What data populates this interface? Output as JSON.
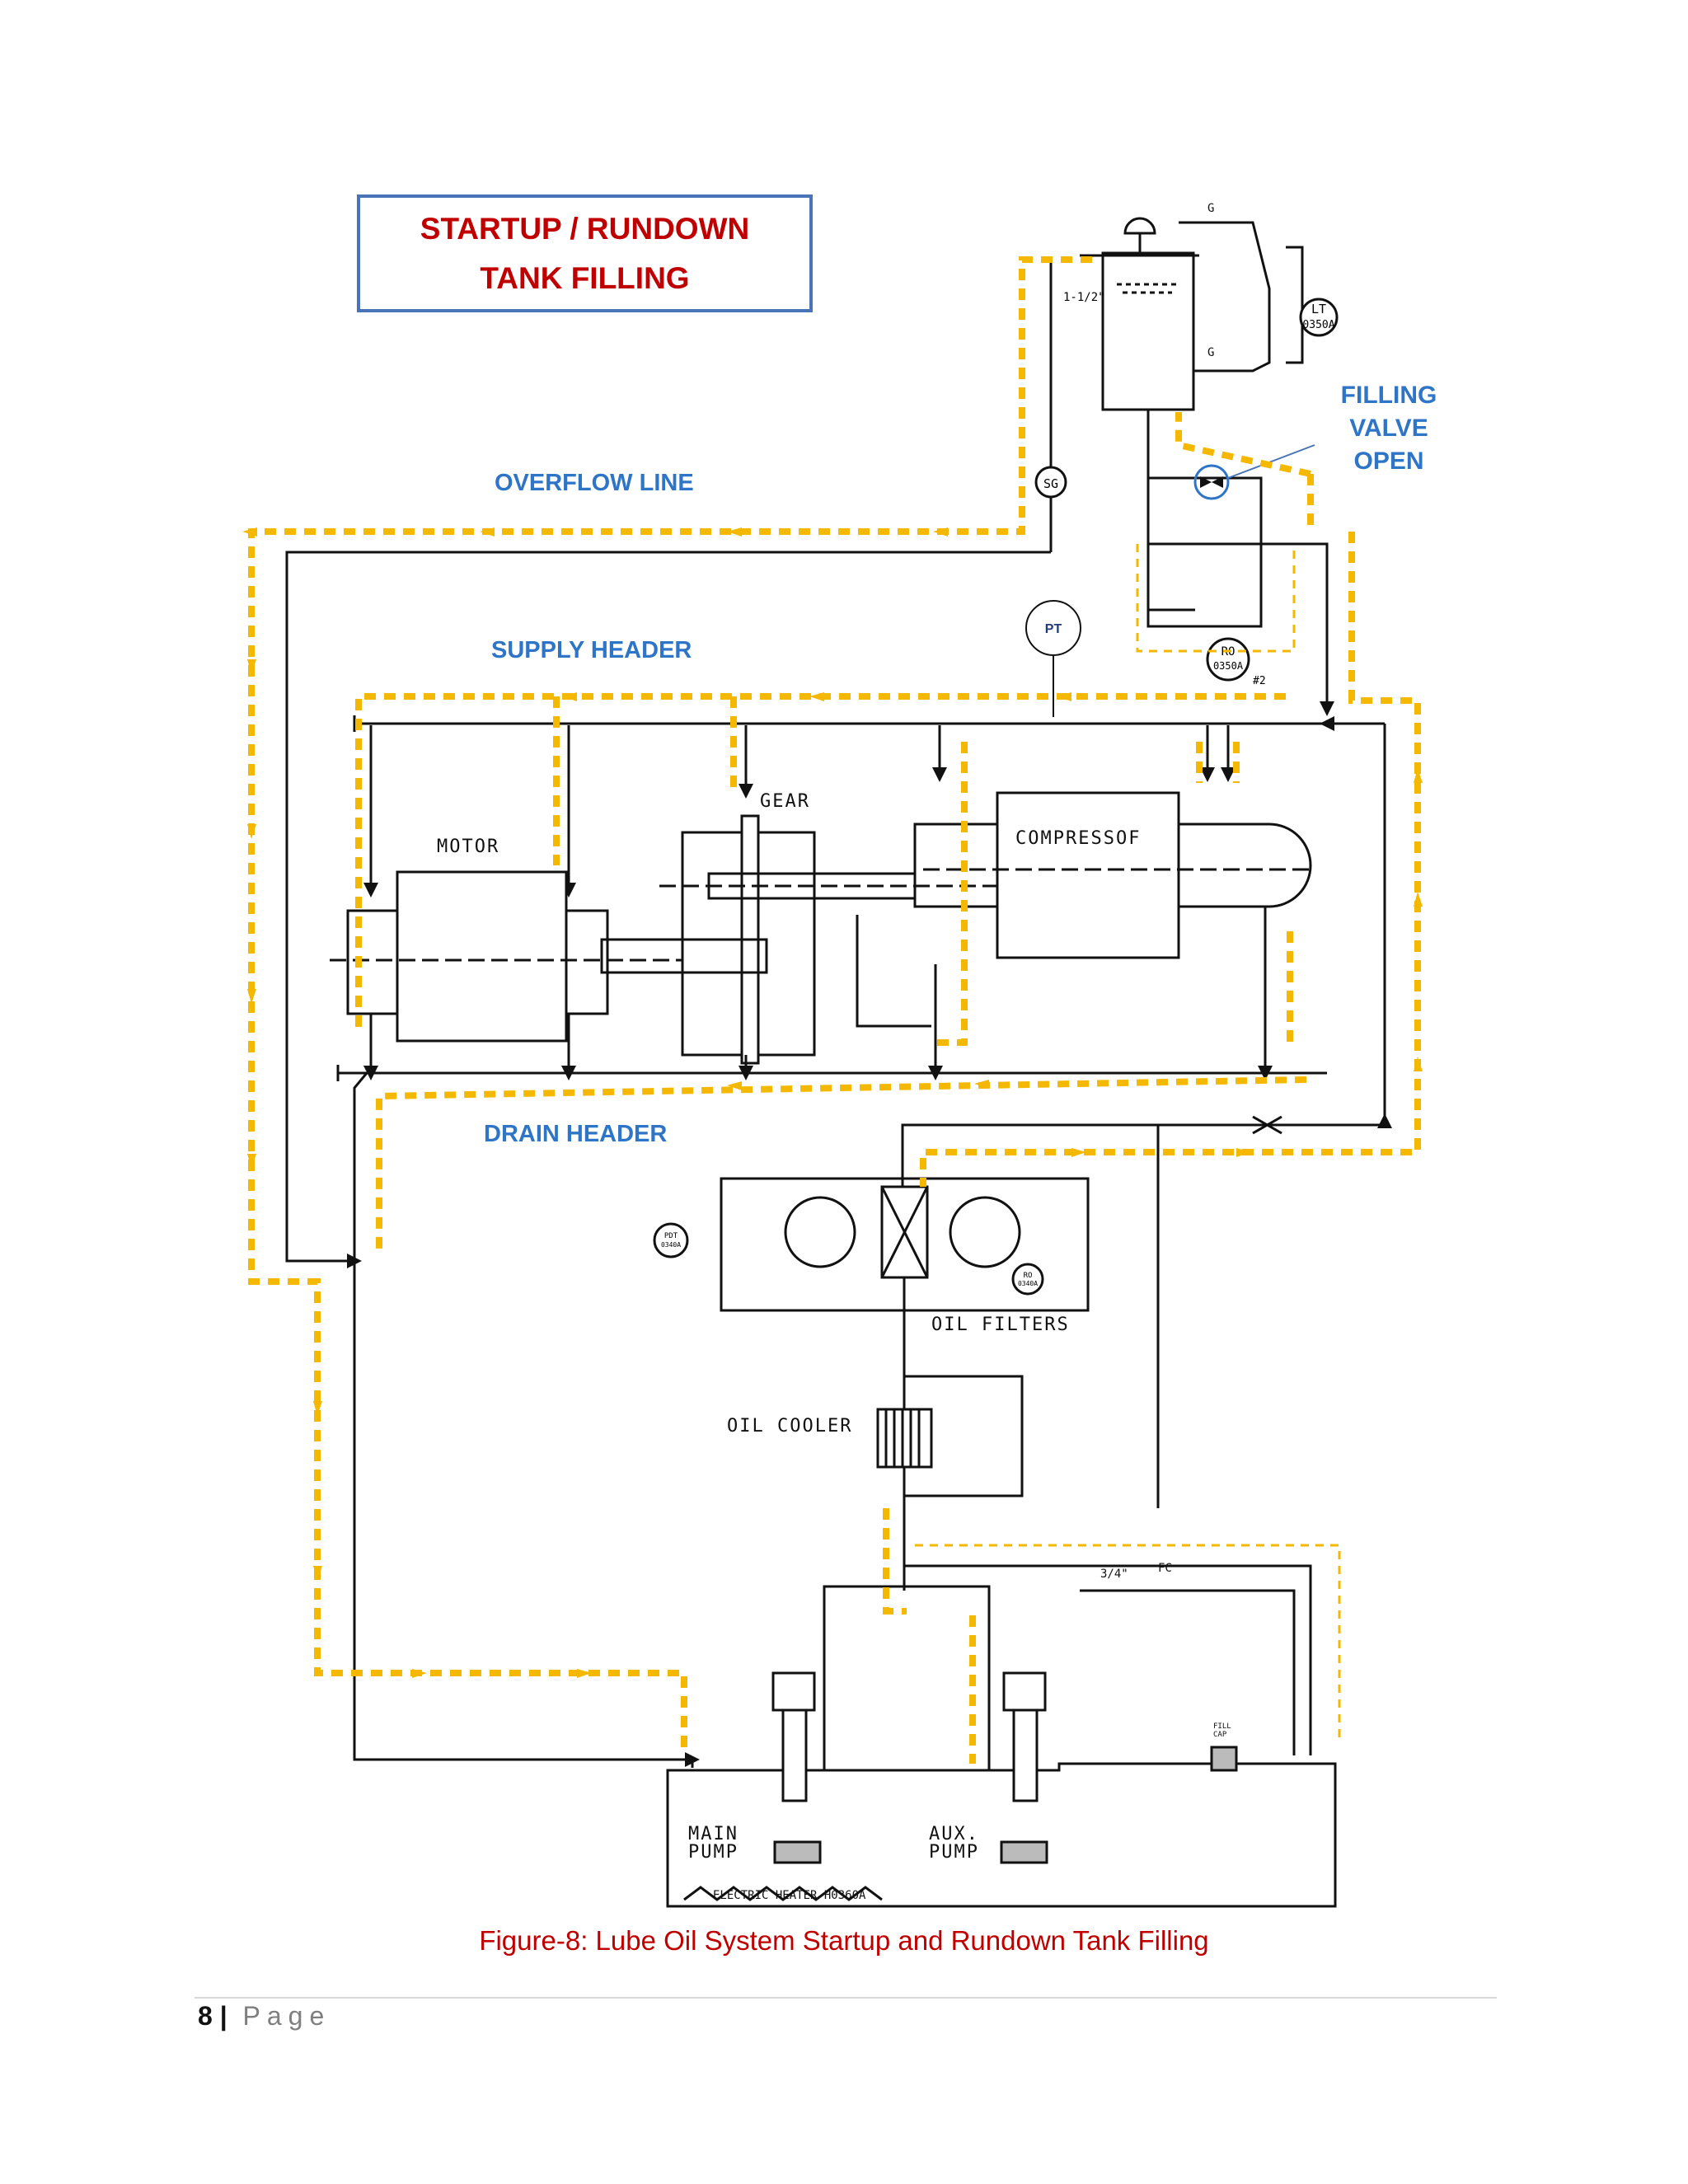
{
  "title": {
    "line1": "STARTUP / RUNDOWN",
    "line2": "TANK FILLING"
  },
  "labels": {
    "overflow": "OVERFLOW LINE",
    "supply": "SUPPLY HEADER",
    "drain": "DRAIN HEADER",
    "filling": [
      "FILLING",
      "VALVE",
      "OPEN"
    ]
  },
  "equipment": {
    "motor": "MOTOR",
    "gear": "GEAR",
    "compressor": "COMPRESSOF",
    "oil_filters": "OIL  FILTERS",
    "oil_cooler": "OIL  COOLER",
    "main_pump": [
      "MAIN",
      "PUMP"
    ],
    "aux_pump": [
      "AUX.",
      "PUMP"
    ],
    "heater": "ELECTRIC HEATER  H0360A",
    "fill_cap": [
      "FILL",
      "CAP"
    ]
  },
  "instruments": {
    "pt": "PT",
    "sg": "SG",
    "lt": [
      "LT",
      "0350A"
    ],
    "ro_top": [
      "RO",
      "0350A"
    ],
    "ro_top_suffix": "#2",
    "pdt": [
      "PDT",
      "0340A"
    ],
    "ro_filter": [
      "RO",
      "0340A"
    ],
    "pipe_size_top": "1-1/2\"",
    "pipe_size_bottom": "3/4\"",
    "fc": "FC",
    "g": "G"
  },
  "caption": "Figure-8: Lube Oil System Startup and Rundown Tank Filling",
  "footer": {
    "page_number": "8",
    "separator": "|",
    "page_word": "Page"
  },
  "colors": {
    "flow_arrow": "#f5b800",
    "pipe": "#111111",
    "label_blue": "#2e75c8",
    "title_red": "#c00000",
    "title_border": "#4a74b8"
  }
}
